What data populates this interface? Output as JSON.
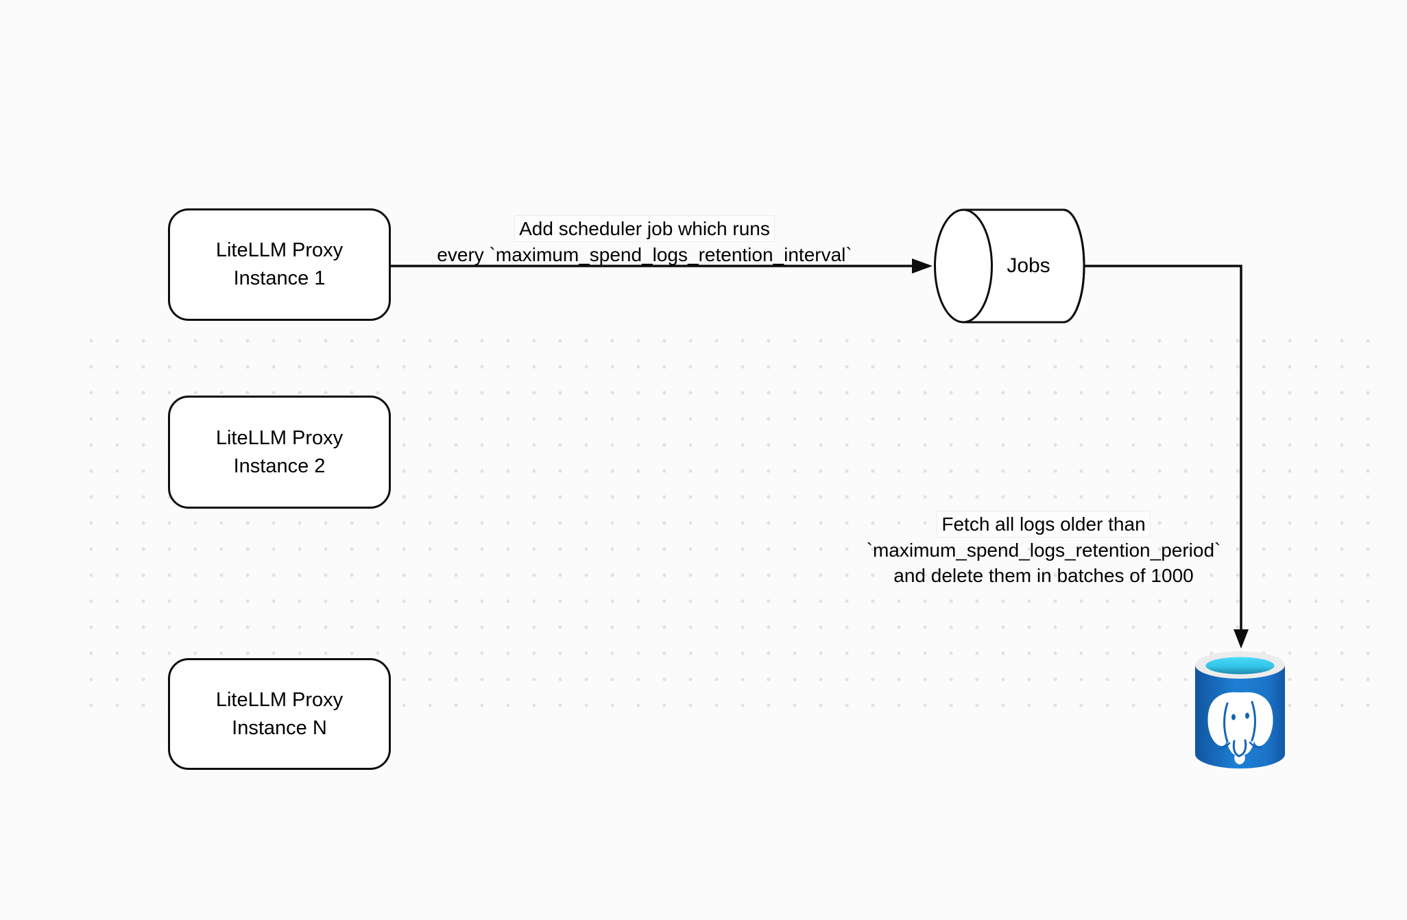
{
  "page": {
    "background_color": "#fbfbfb",
    "dot_color": "#e3e3e3"
  },
  "nodes": {
    "proxy1": {
      "line1": "LiteLLM Proxy",
      "line2": "Instance 1"
    },
    "proxy2": {
      "line1": "LiteLLM Proxy",
      "line2": "Instance 2"
    },
    "proxyN": {
      "line1": "LiteLLM Proxy",
      "line2": "Instance N"
    },
    "jobs": {
      "label": "Jobs"
    },
    "postgres": {
      "icon": "postgresql-database-icon"
    }
  },
  "edge_labels": {
    "scheduler": {
      "line1": "Add scheduler job which runs",
      "line2": "every `maximum_spend_logs_retention_interval`"
    },
    "cleanup": {
      "line1": "Fetch all logs older than",
      "line2": "`maximum_spend_logs_retention_period`",
      "line3": "and delete them in batches of 1000"
    }
  },
  "colors": {
    "stroke": "#0d0d0d",
    "node_fill": "#ffffff",
    "postgres_blue_dark": "#1055a0",
    "postgres_blue_mid": "#1e7fd4",
    "postgres_rim": "#ececec",
    "postgres_cyan": "#48dbf8",
    "postgres_teal": "#1d89b0"
  }
}
